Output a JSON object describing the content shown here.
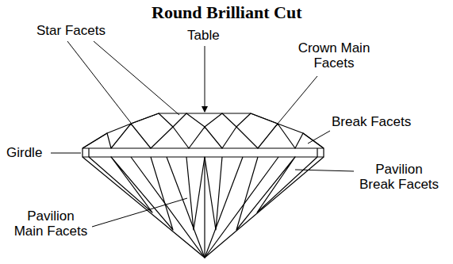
{
  "diagram": {
    "title": "Round Brilliant Cut",
    "labels": [
      "Star Facets",
      "Table",
      "Crown Main Facets",
      "Break Facets",
      "Girdle",
      "Pavilion Break Facets",
      "Pavilion Main Facets"
    ]
  }
}
